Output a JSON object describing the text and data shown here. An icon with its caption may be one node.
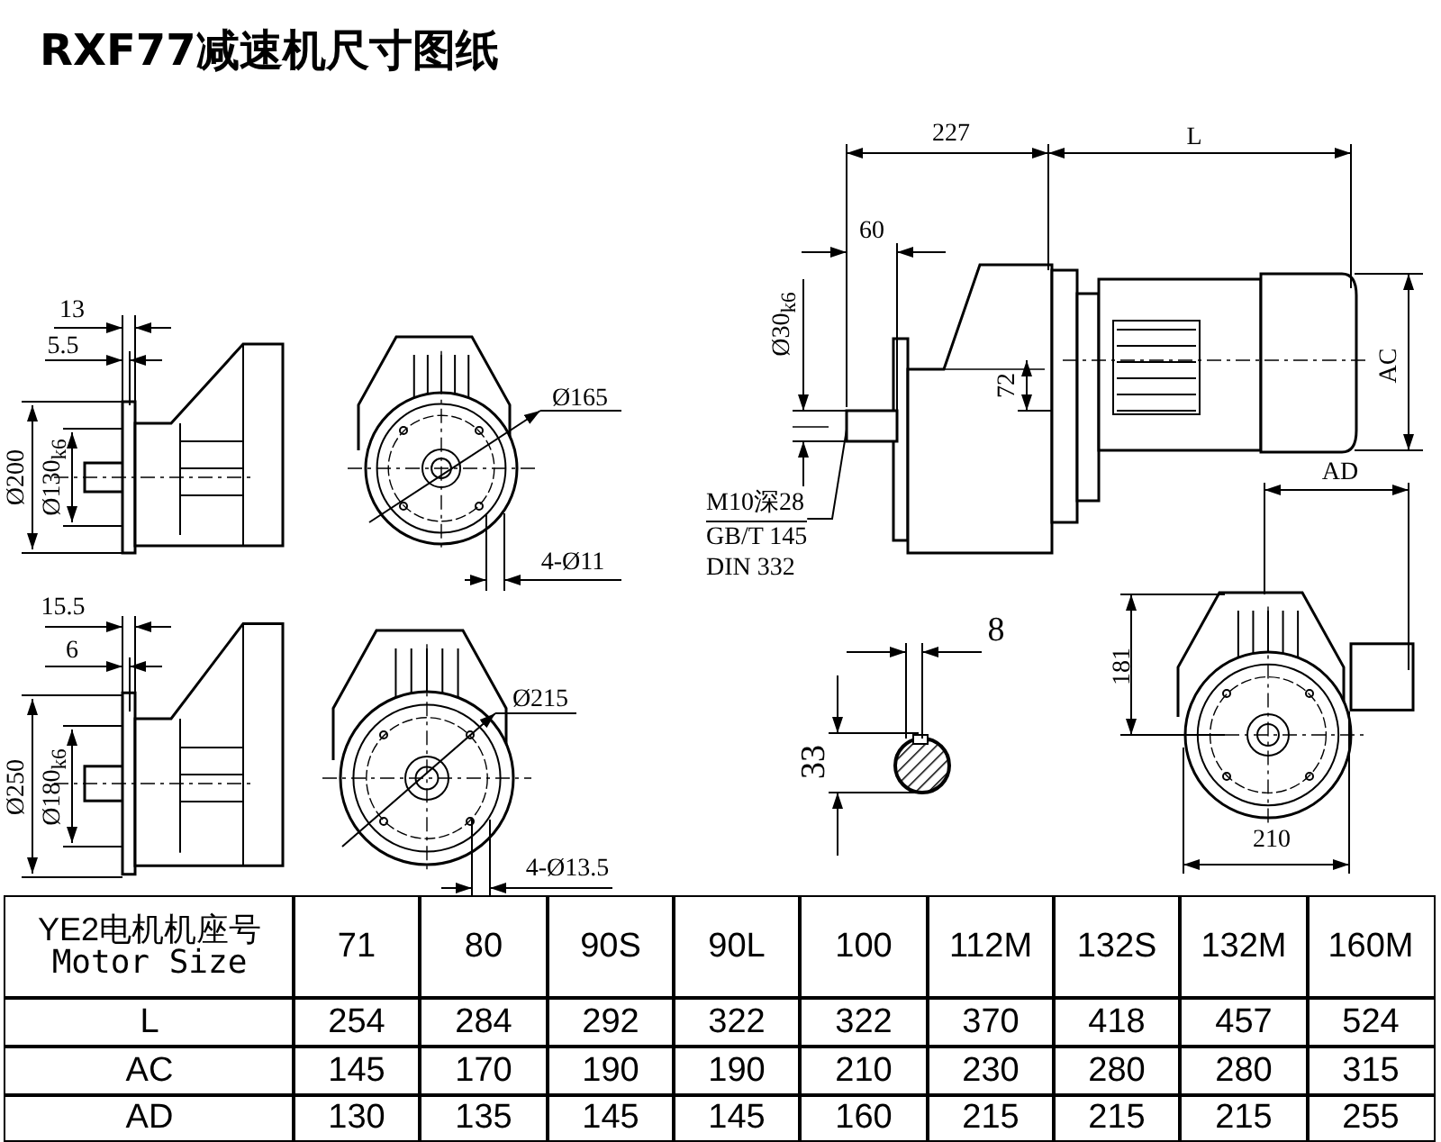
{
  "diagram": {
    "title": "RXF77减速机尺寸图纸",
    "nodes": [
      {
        "text": [
          "M10深28",
          "GB/T 145",
          "DIN 332"
        ]
      },
      {
        "text": [],
        "shape": "box"
      }
    ],
    "edges": [
      {
        "from": 0,
        "to": 1,
        "arrow": "none"
      }
    ],
    "labels": [
      "13",
      "5.5",
      "Ø200",
      "Ø130$_{k6}$",
      "Ø165",
      "4-Ø11",
      "15.5",
      "6",
      "Ø250",
      "Ø180$_{k6}$",
      "Ø215",
      "4-Ø13.5",
      "227",
      "L",
      "60",
      "Ø30$_{k6}$",
      "72",
      "AC",
      "AD",
      "8",
      "33",
      "181",
      "210",
      "YE2电机机座号",
      "Motor Size",
      "71",
      "80",
      "90S",
      "90L",
      "100",
      "112M",
      "132S",
      "132M",
      "160M",
      "L",
      "254",
      "284",
      "292",
      "322",
      "322",
      "370",
      "418",
      "457",
      "524",
      "AC",
      "145",
      "170",
      "190",
      "190",
      "210",
      "230",
      "280",
      "280",
      "315",
      "AD",
      "130",
      "135",
      "145",
      "145",
      "160",
      "215",
      "215",
      "215",
      "255"
    ]
  }
}
